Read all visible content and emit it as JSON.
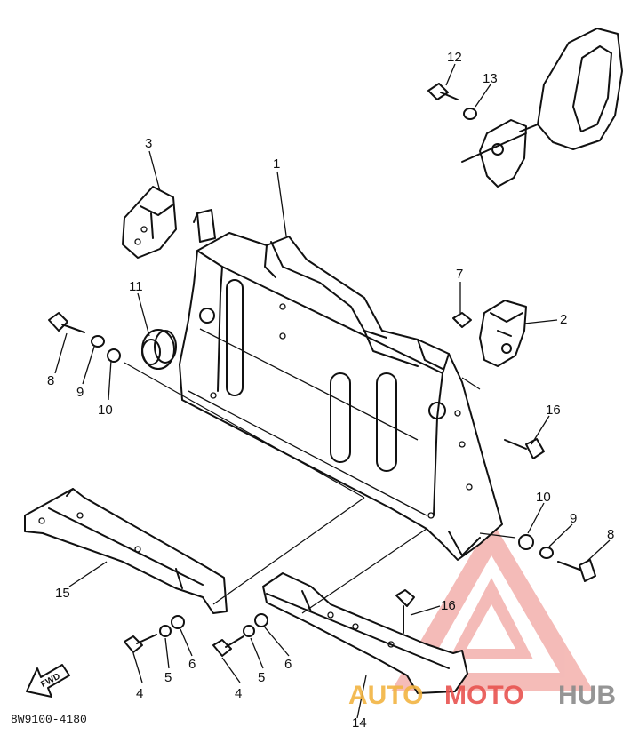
{
  "callouts": [
    {
      "id": "1",
      "text": "1"
    },
    {
      "id": "2",
      "text": "2"
    },
    {
      "id": "3",
      "text": "3"
    },
    {
      "id": "4a",
      "text": "4"
    },
    {
      "id": "4b",
      "text": "4"
    },
    {
      "id": "5a",
      "text": "5"
    },
    {
      "id": "5b",
      "text": "5"
    },
    {
      "id": "6a",
      "text": "6"
    },
    {
      "id": "6b",
      "text": "6"
    },
    {
      "id": "7",
      "text": "7"
    },
    {
      "id": "8a",
      "text": "8"
    },
    {
      "id": "8b",
      "text": "8"
    },
    {
      "id": "9a",
      "text": "9"
    },
    {
      "id": "9b",
      "text": "9"
    },
    {
      "id": "10a",
      "text": "10"
    },
    {
      "id": "10b",
      "text": "10"
    },
    {
      "id": "11",
      "text": "11"
    },
    {
      "id": "12",
      "text": "12"
    },
    {
      "id": "13",
      "text": "13"
    },
    {
      "id": "14",
      "text": "14"
    },
    {
      "id": "15",
      "text": "15"
    },
    {
      "id": "16a",
      "text": "16"
    },
    {
      "id": "16b",
      "text": "16"
    }
  ],
  "diagram_code": "8W9100-4180",
  "fwd_label": "FWD",
  "watermark": {
    "part1": "AUTO",
    "part2": "MOTO",
    "part3": "HUB",
    "color_red": "#e8524f",
    "color_orange": "#f2b441",
    "color_gray": "#8a8a8a"
  }
}
